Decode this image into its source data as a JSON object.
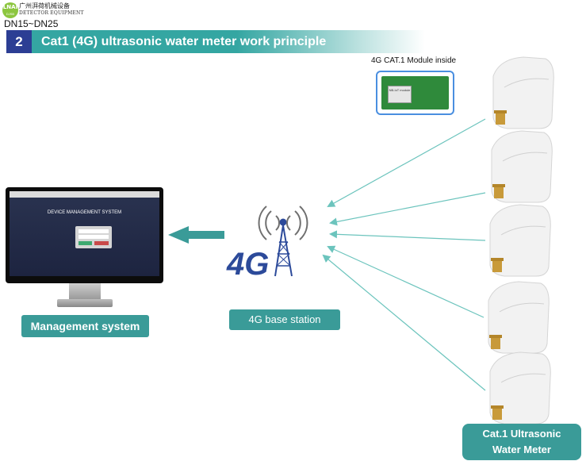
{
  "logo": {
    "mark": "LNAI",
    "sub": "DJSB",
    "company_cn": "广州湃荷机械设备",
    "company_en": "DETECTOR EQUIPMENT"
  },
  "size_range": "DN15~DN25",
  "header": {
    "number": "2",
    "title": "Cat1 (4G) ultrasonic water meter work principle"
  },
  "module": {
    "label": "4G CAT.1 Module inside",
    "chip_text": "NB-IoT module"
  },
  "monitor": {
    "screen_title": "DEVICE MANAGEMENT SYSTEM"
  },
  "station": {
    "logo_text": "4G",
    "label": "4G base station"
  },
  "management": {
    "label": "Management system"
  },
  "meters": {
    "count": 5,
    "label_line1": "Cat.1 Ultrasonic",
    "label_line2": "Water Meter"
  },
  "colors": {
    "teal": "#3a9b98",
    "title_num_bg": "#2c3e94",
    "signal_arrow": "#6cc4bd",
    "big_arrow": "#3a9b98",
    "tower": "#2c4a9a",
    "module_frame": "#4a8fe0",
    "brass": "#c89a3a"
  }
}
